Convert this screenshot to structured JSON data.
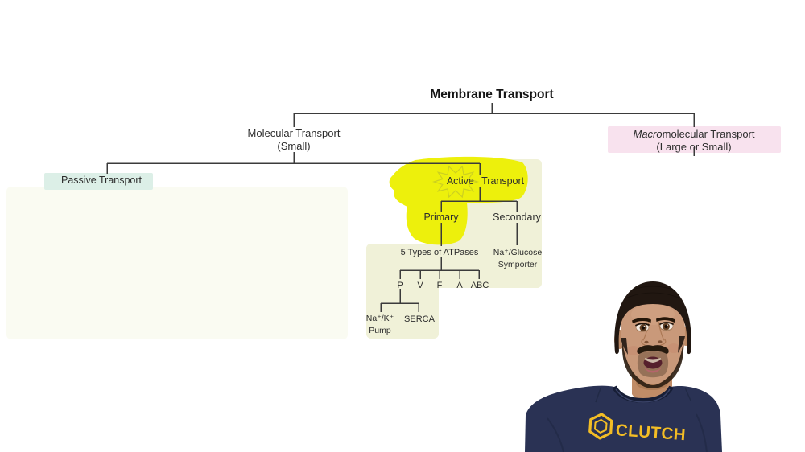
{
  "colors": {
    "highlight_yellow": "#edf00c",
    "panel_cream": "#f0f1d8",
    "panel_faint": "#fafbf2",
    "passive_mint": "#dcefe7",
    "macro_pink": "#f8e2ee",
    "connector_line": "#3b3b3b",
    "text_dark": "#2d2d2d",
    "shirt_navy": "#2a3254",
    "brand_gold": "#f3bd25"
  },
  "diagram": {
    "title": "Membrane Transport",
    "molecular": {
      "line1": "Molecular Transport",
      "line2": "(Small)"
    },
    "macromolecular": {
      "italic": "Macro",
      "rest": "molecular Transport",
      "line2": "(Large or Small)"
    },
    "passive": "Passive Transport",
    "active": "Active Transport",
    "primary": "Primary",
    "secondary": "Secondary",
    "atpases": "5 Types of ATPases",
    "atpase_types": [
      "P",
      "V",
      "F",
      "A",
      "ABC"
    ],
    "nak_pump": {
      "line1": "Na⁺/K⁺",
      "line2": "Pump"
    },
    "serca": "SERCA",
    "symporter": {
      "line1": "Na⁺/Glucose",
      "line2": "Symporter"
    }
  },
  "presenter": {
    "shirt_brand": "CLUTCH",
    "logo": "benzene-hexagon-icon"
  }
}
